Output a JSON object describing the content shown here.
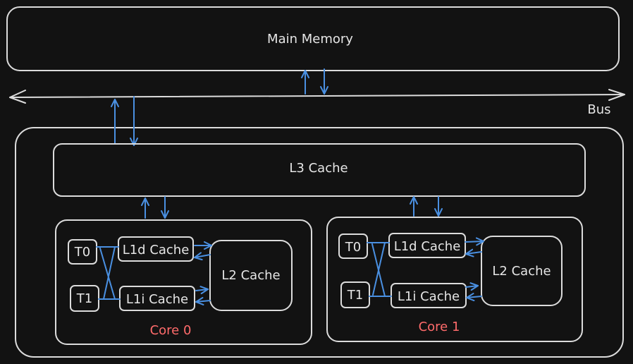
{
  "main_memory": {
    "label": "Main Memory"
  },
  "bus": {
    "label": "Bus"
  },
  "l3": {
    "label": "L3 Cache"
  },
  "cores": [
    {
      "label": "Core 0",
      "t0": "T0",
      "t1": "T1",
      "l1d": "L1d Cache",
      "l1i": "L1i Cache",
      "l2": "L2 Cache"
    },
    {
      "label": "Core 1",
      "t0": "T0",
      "t1": "T1",
      "l1d": "L1d Cache",
      "l1i": "L1i Cache",
      "l2": "L2 Cache"
    }
  ],
  "colors": {
    "background": "#121212",
    "outline": "#dcdcdc",
    "arrow": "#4a90e2",
    "core_label": "#ff6b6b"
  }
}
